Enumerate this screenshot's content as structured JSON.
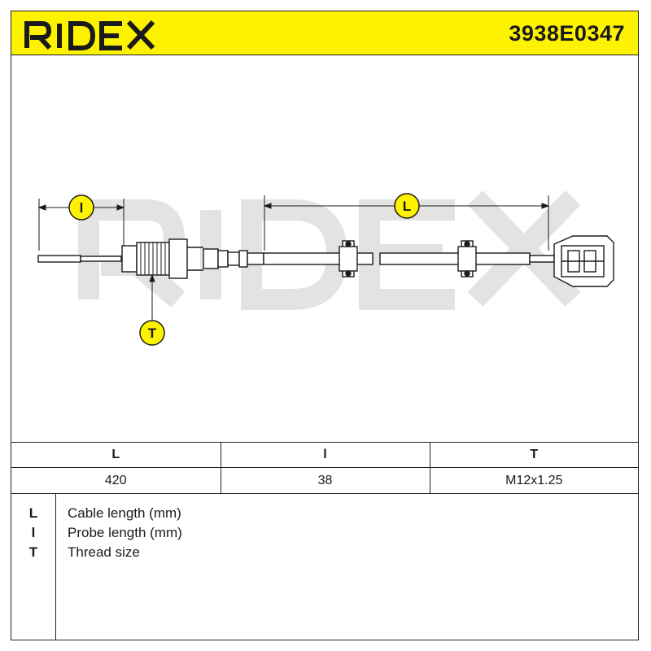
{
  "brand": "RIDEX",
  "part_number": "3938E0347",
  "watermark": "RIDEX",
  "dimensions": {
    "cable_length_marker": "L",
    "probe_length_marker": "l",
    "thread_marker": "T"
  },
  "spec_table": {
    "headers": [
      "L",
      "l",
      "T"
    ],
    "values": [
      "420",
      "38",
      "M12x1.25"
    ]
  },
  "legend": [
    {
      "key": "L",
      "description": "Cable length (mm)"
    },
    {
      "key": "l",
      "description": "Probe length (mm)"
    },
    {
      "key": "T",
      "description": "Thread size"
    }
  ],
  "colors": {
    "header_bg": "#fdf200",
    "marker_bg": "#fdf200",
    "line": "#1a1a1a",
    "watermark": "#dcdcdc"
  }
}
